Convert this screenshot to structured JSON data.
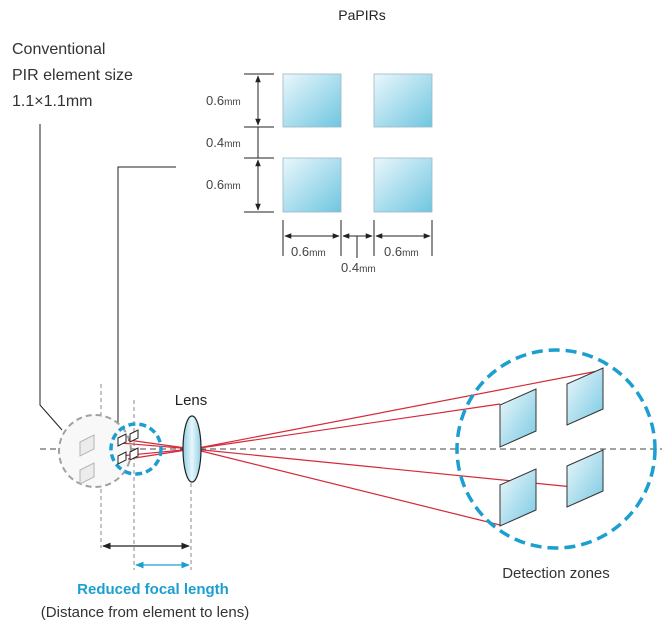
{
  "title": "PaPIRs",
  "conventional": {
    "line1": "Conventional",
    "line2": "PIR element size",
    "line3": "1.1×1.1mm"
  },
  "dimensions": {
    "v_top": "0.6",
    "v_gap": "0.4",
    "v_bottom": "0.6",
    "h_left": "0.6",
    "h_gap": "0.4",
    "h_right": "0.6",
    "unit": "mm"
  },
  "lens_label": "Lens",
  "detection_label": "Detection zones",
  "focal_label": "Reduced focal length",
  "focal_note": "(Distance from element to lens)",
  "colors": {
    "ray": "#d42a3a",
    "accent_dashed": "#1a9fd0",
    "element_fill_light": "#e6f5fb",
    "element_fill_dark": "#7fcde4",
    "grey_dashed": "#a0a0a0"
  }
}
